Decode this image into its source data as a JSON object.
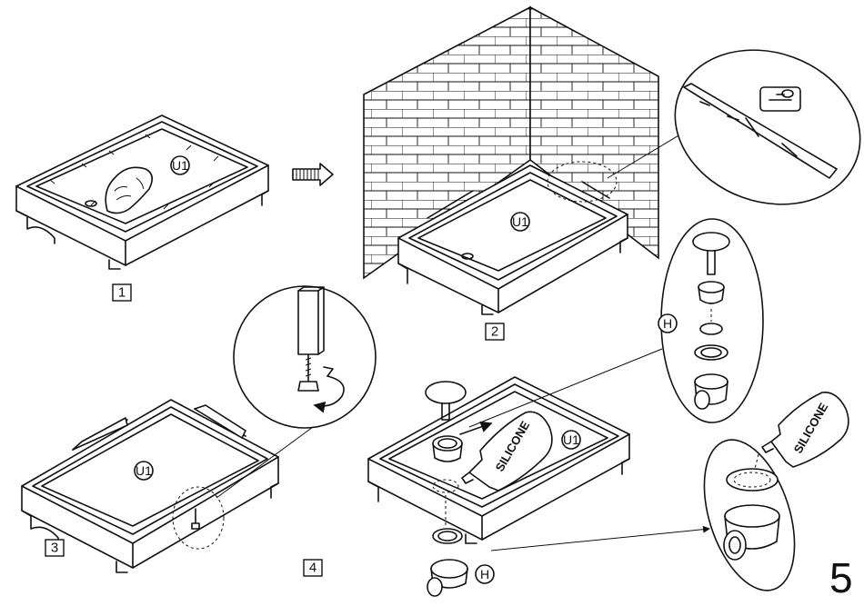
{
  "steps": [
    {
      "id": "step-1",
      "number": "1"
    },
    {
      "id": "step-2",
      "number": "2"
    },
    {
      "id": "step-3",
      "number": "3"
    },
    {
      "id": "step-4",
      "number": "4"
    }
  ],
  "callouts": {
    "u1": "U1",
    "h": "H"
  },
  "silicone_label": "SILICONE",
  "page_number": "5"
}
